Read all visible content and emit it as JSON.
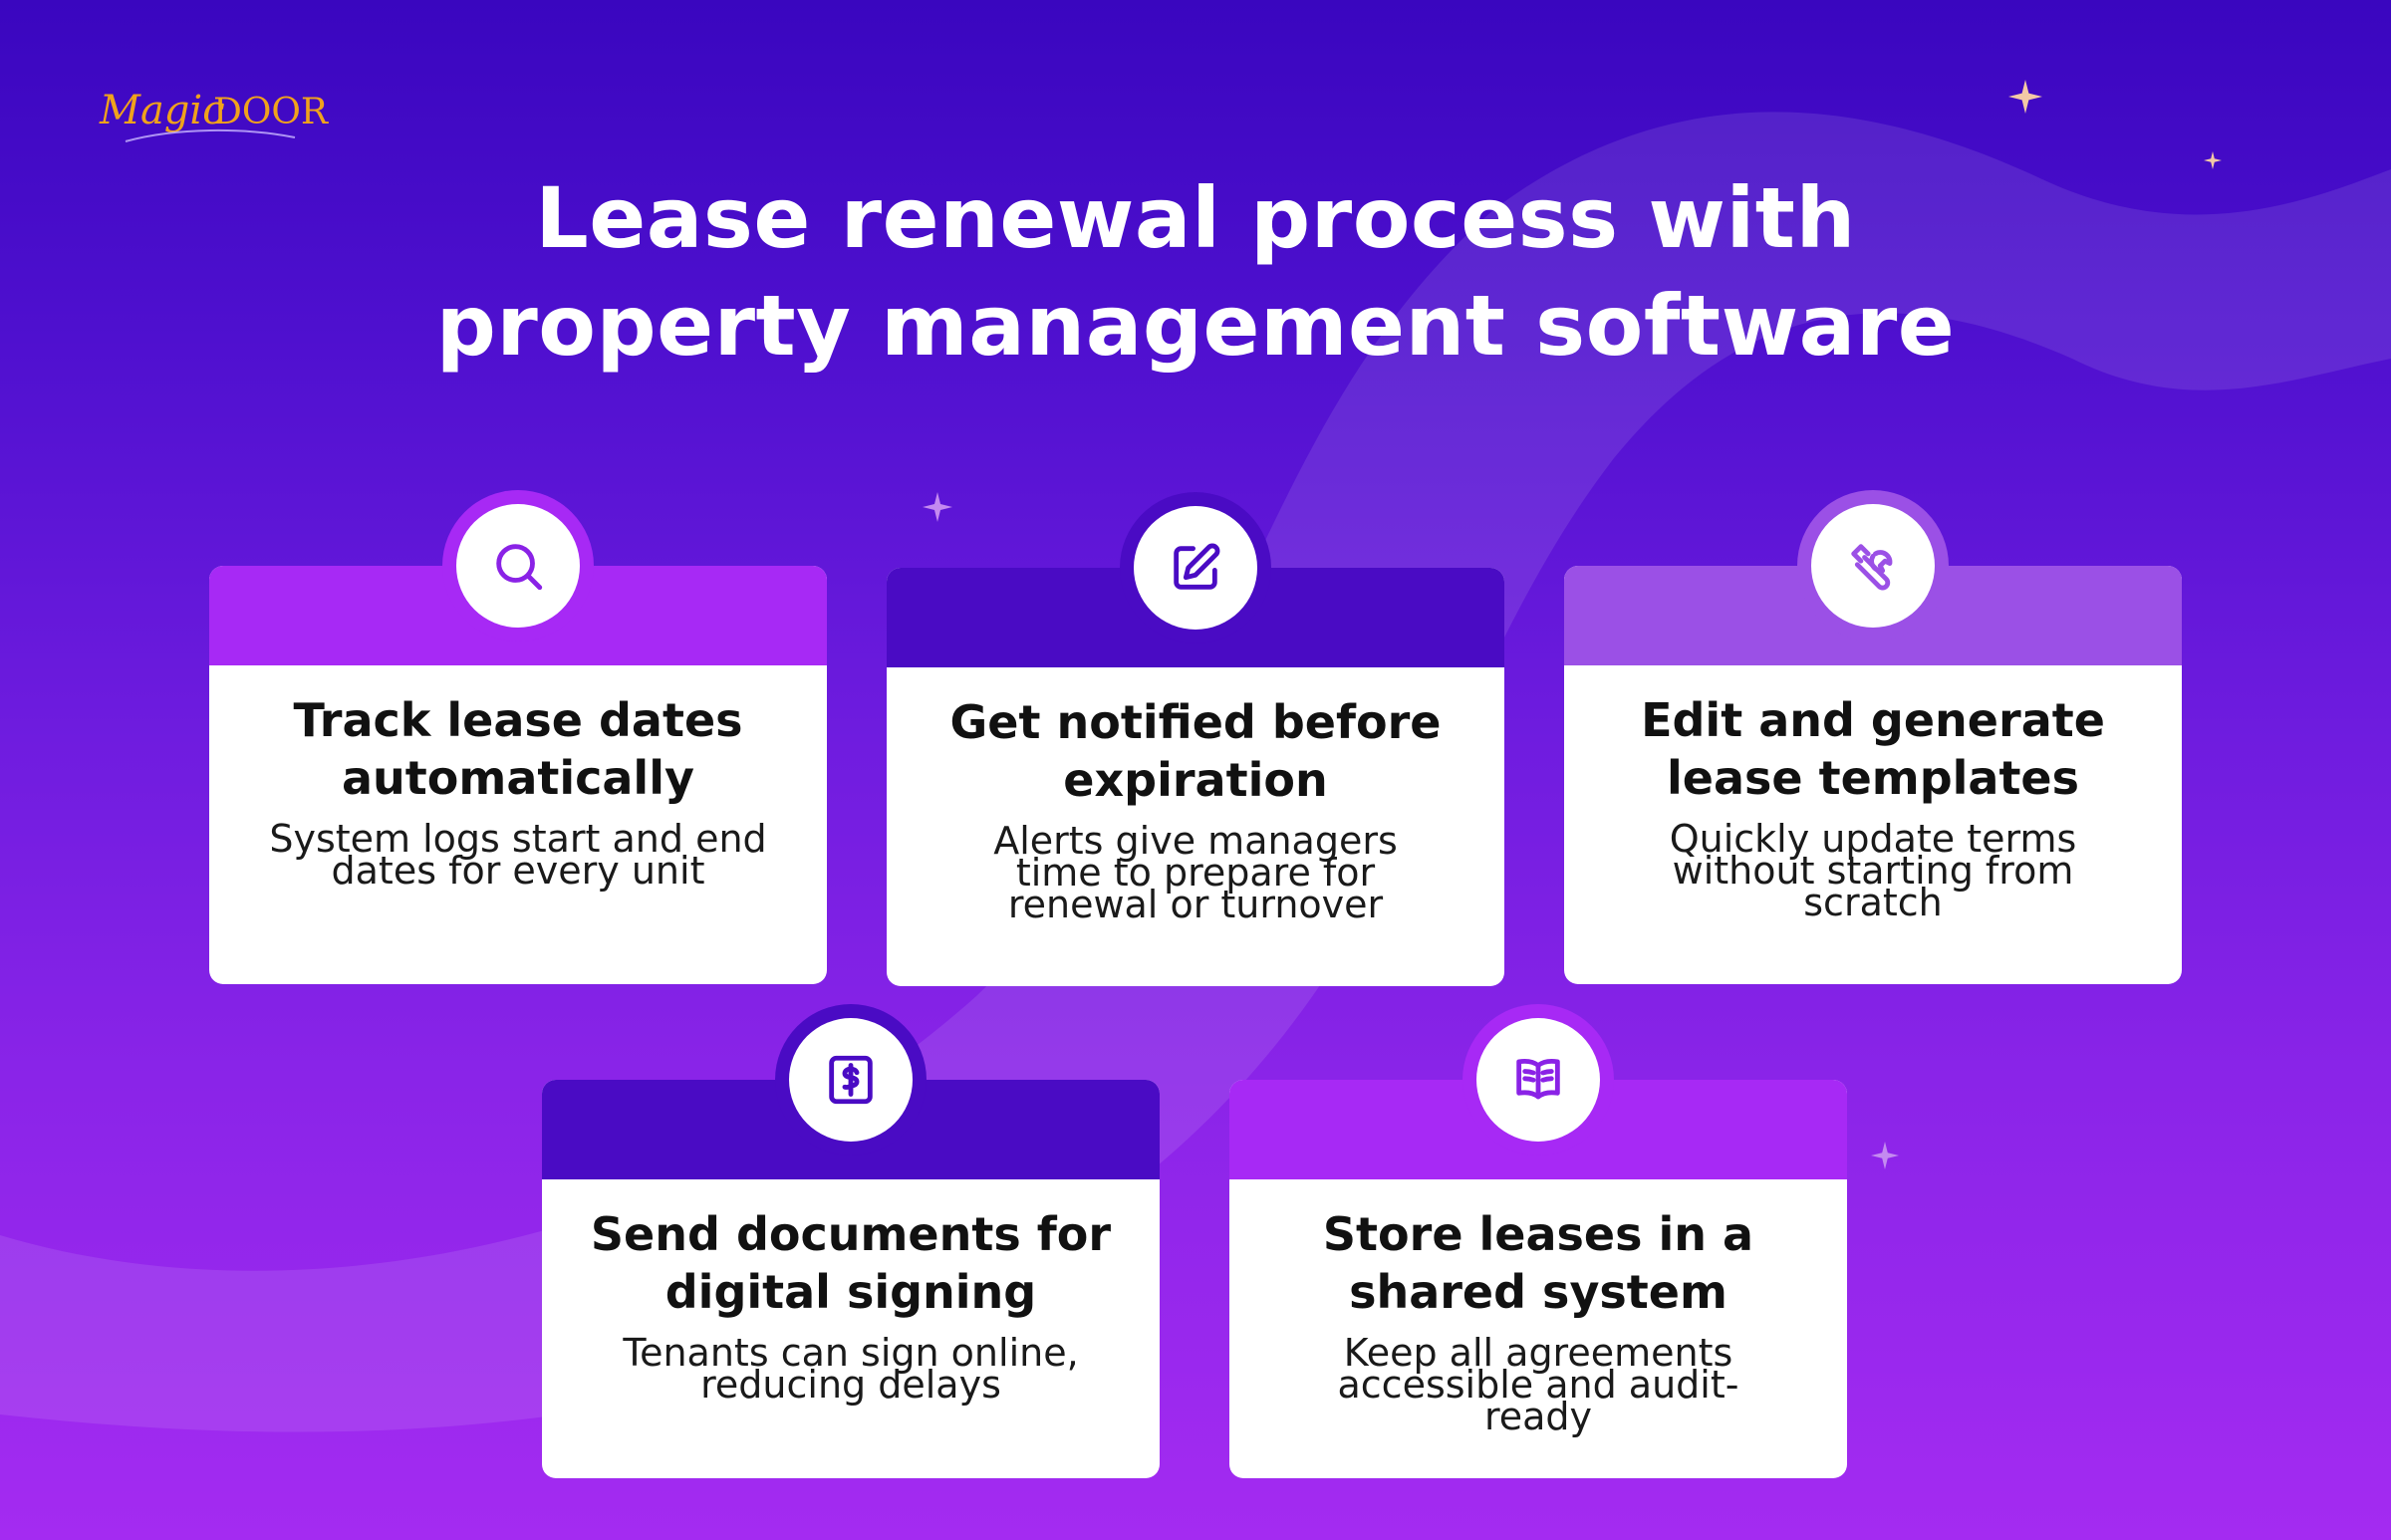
{
  "brand": {
    "logo_text": "MagicDoor"
  },
  "heading": {
    "line1": "Lease renewal process with",
    "line2": "property management software"
  },
  "cards": [
    {
      "title": "Track lease dates automatically",
      "description": "System logs start and end dates for every unit",
      "icon": "search-icon",
      "color": "#a729f5"
    },
    {
      "title": "Get notified before expiration",
      "description": "Alerts give managers time to prepare for renewal or turnover",
      "icon": "edit-icon",
      "color": "#4a0bc4"
    },
    {
      "title": "Edit and generate lease templates",
      "description": "Quickly update terms without starting from scratch",
      "icon": "tools-icon",
      "color": "#9b50e6"
    },
    {
      "title": "Send documents for digital signing",
      "description": "Tenants can sign online, reducing delays",
      "icon": "dollar-document-icon",
      "color": "#4a0bc4"
    },
    {
      "title": "Store leases in a shared system",
      "description": "Keep all agreements accessible and audit-ready",
      "icon": "book-icon",
      "color": "#a729f5"
    }
  ]
}
